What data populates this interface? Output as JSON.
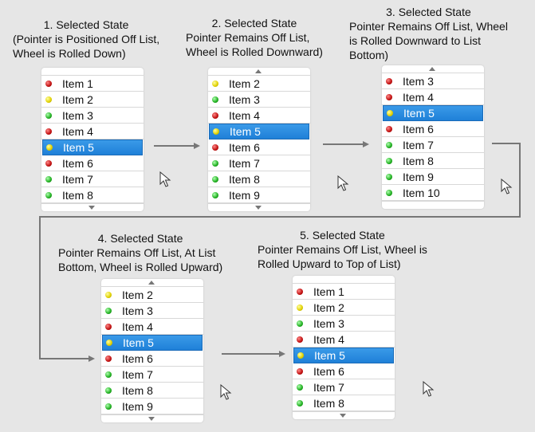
{
  "colors": {
    "selected": "#2a8ae0",
    "background": "#e6e6e6"
  },
  "panels": [
    {
      "title": [
        "1. Selected State",
        "(Pointer is Positioned Off List,",
        "Wheel is Rolled Down)"
      ],
      "up_arrow": false,
      "down_arrow": true,
      "items": [
        {
          "label": "Item 1",
          "status": "red"
        },
        {
          "label": "Item 2",
          "status": "yellow"
        },
        {
          "label": "Item 3",
          "status": "green"
        },
        {
          "label": "Item 4",
          "status": "red"
        },
        {
          "label": "Item 5",
          "status": "yellow",
          "selected": true
        },
        {
          "label": "Item 6",
          "status": "red"
        },
        {
          "label": "Item 7",
          "status": "green"
        },
        {
          "label": "Item 8",
          "status": "green"
        }
      ]
    },
    {
      "title": [
        "2. Selected State",
        "Pointer Remains Off List,",
        "Wheel is Rolled Downward)"
      ],
      "up_arrow": true,
      "down_arrow": true,
      "items": [
        {
          "label": "Item 2",
          "status": "yellow"
        },
        {
          "label": "Item 3",
          "status": "green"
        },
        {
          "label": "Item 4",
          "status": "red"
        },
        {
          "label": "Item 5",
          "status": "yellow",
          "selected": true
        },
        {
          "label": "Item 6",
          "status": "red"
        },
        {
          "label": "Item 7",
          "status": "green"
        },
        {
          "label": "Item 8",
          "status": "green"
        },
        {
          "label": "Item 9",
          "status": "green"
        }
      ]
    },
    {
      "title": [
        "3. Selected State",
        "Pointer Remains Off List, Wheel",
        "is Rolled Downward to List",
        "Bottom)"
      ],
      "up_arrow": true,
      "down_arrow": false,
      "items": [
        {
          "label": "Item 3",
          "status": "red"
        },
        {
          "label": "Item 4",
          "status": "red"
        },
        {
          "label": "Item 5",
          "status": "yellow",
          "selected": true
        },
        {
          "label": "Item 6",
          "status": "red"
        },
        {
          "label": "Item 7",
          "status": "green"
        },
        {
          "label": "Item 8",
          "status": "green"
        },
        {
          "label": "Item 9",
          "status": "green"
        },
        {
          "label": "Item 10",
          "status": "green"
        }
      ]
    },
    {
      "title": [
        "4. Selected State",
        "Pointer Remains Off List, At List",
        "Bottom, Wheel is Rolled Upward)"
      ],
      "up_arrow": true,
      "down_arrow": true,
      "items": [
        {
          "label": "Item 2",
          "status": "yellow"
        },
        {
          "label": "Item 3",
          "status": "green"
        },
        {
          "label": "Item 4",
          "status": "red"
        },
        {
          "label": "Item 5",
          "status": "yellow",
          "selected": true
        },
        {
          "label": "Item 6",
          "status": "red"
        },
        {
          "label": "Item 7",
          "status": "green"
        },
        {
          "label": "Item 8",
          "status": "green"
        },
        {
          "label": "Item 9",
          "status": "green"
        }
      ]
    },
    {
      "title": [
        "5. Selected State",
        "Pointer Remains Off List, Wheel is",
        "Rolled Upward to Top of List)"
      ],
      "up_arrow": false,
      "down_arrow": true,
      "items": [
        {
          "label": "Item 1",
          "status": "red"
        },
        {
          "label": "Item 2",
          "status": "yellow"
        },
        {
          "label": "Item 3",
          "status": "green"
        },
        {
          "label": "Item 4",
          "status": "red"
        },
        {
          "label": "Item 5",
          "status": "yellow",
          "selected": true
        },
        {
          "label": "Item 6",
          "status": "red"
        },
        {
          "label": "Item 7",
          "status": "green"
        },
        {
          "label": "Item 8",
          "status": "green"
        }
      ]
    }
  ]
}
